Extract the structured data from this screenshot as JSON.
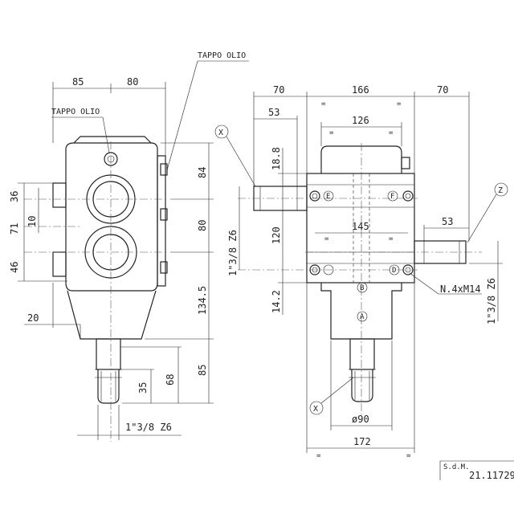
{
  "labels": {
    "oil_plug_top": "TAPPO OLIO",
    "oil_plug_left": "TAPPO OLIO",
    "bolts": "N.4xM14",
    "shaft_left": "1\"3/8 Z6",
    "shaft_bottom": "1\"3/8 Z6",
    "shaft_right": "1\"3/8 Z6",
    "eq": "=",
    "sdm": "S.d.M.",
    "code": "21.11729"
  },
  "callouts": {
    "x": "X",
    "z": "Z",
    "a": "A",
    "b": "B",
    "d": "D",
    "e": "E",
    "f": "F"
  },
  "dims": {
    "d85_top": "85",
    "d80_top": "80",
    "d36": "36",
    "d10": "10",
    "d71": "71",
    "d46": "46",
    "d20": "20",
    "d84": "84",
    "d80_right": "80",
    "d134_5": "134.5",
    "d85_right": "85",
    "d68": "68",
    "d35": "35",
    "d70_left": "70",
    "d166": "166",
    "d70_right": "70",
    "d53_top": "53",
    "d126": "126",
    "d18_8": "18.8",
    "d120": "120",
    "d14_2": "14.2",
    "d145": "145",
    "d53_right": "53",
    "d90": "ø90",
    "d172": "172"
  }
}
